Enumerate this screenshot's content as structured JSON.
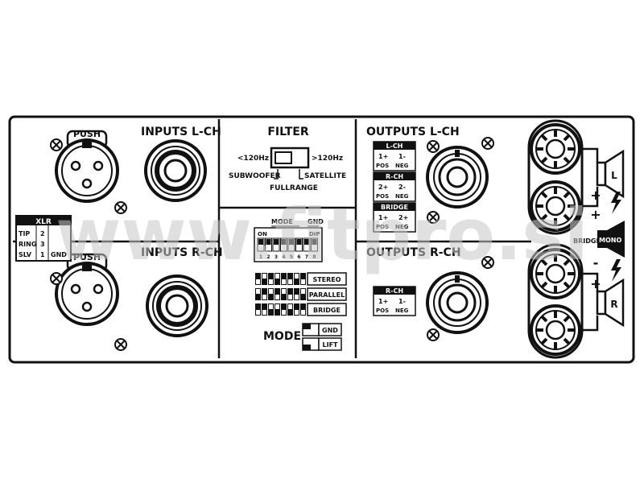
{
  "inputs": {
    "left_title": "INPUTS L-CH",
    "right_title": "INPUTS R-CH",
    "push_label": "PUSH",
    "pin_table": {
      "header": "XLR",
      "rows": [
        [
          "TIP",
          "2"
        ],
        [
          "RING",
          "3"
        ],
        [
          "SLV",
          "1",
          "GND"
        ]
      ]
    }
  },
  "filter": {
    "title": "FILTER",
    "low_label": "<120Hz",
    "high_label": ">120Hz",
    "subwoofer_label": "SUBWOOFER",
    "satellite_label": "SATELLITE",
    "fullrange_label": "FULLRANGE"
  },
  "dip": {
    "mode_label": "MODE",
    "gnd_label": "GND",
    "on_label": "ON",
    "dip_label": "DIP",
    "numbers": [
      "1",
      "2",
      "3",
      "4",
      "5",
      "6",
      "7",
      "8"
    ],
    "legend": [
      "STEREO",
      "PARALLEL",
      "BRIDGE"
    ],
    "mode_big": "MODE",
    "mode_options": [
      "GND",
      "LIFT"
    ]
  },
  "outputs": {
    "left_title": "OUTPUTS L-CH",
    "right_title": "OUTPUTS R-CH",
    "lch_box": {
      "title": "L-CH",
      "row1": [
        "1+",
        "1-"
      ],
      "row2": [
        "POS",
        "NEG"
      ]
    },
    "rch_box_top": {
      "title": "R-CH",
      "row1": [
        "2+",
        "2-"
      ],
      "row2": [
        "POS",
        "NEG"
      ]
    },
    "bridge_box": {
      "title": "BRIDGE",
      "row1": [
        "1+",
        "2+"
      ],
      "row2": [
        "POS",
        "NEG"
      ]
    },
    "rch_box_bottom": {
      "title": "R-CH",
      "row1": [
        "1+",
        "1-"
      ],
      "row2": [
        "POS",
        "NEG"
      ]
    },
    "bridge_mono_left": "BRIDGE",
    "bridge_mono_right": "MONO",
    "speaker_left": "L",
    "speaker_right": "R",
    "plus": "+",
    "minus": "-"
  },
  "watermark": "www.fitpro.si"
}
